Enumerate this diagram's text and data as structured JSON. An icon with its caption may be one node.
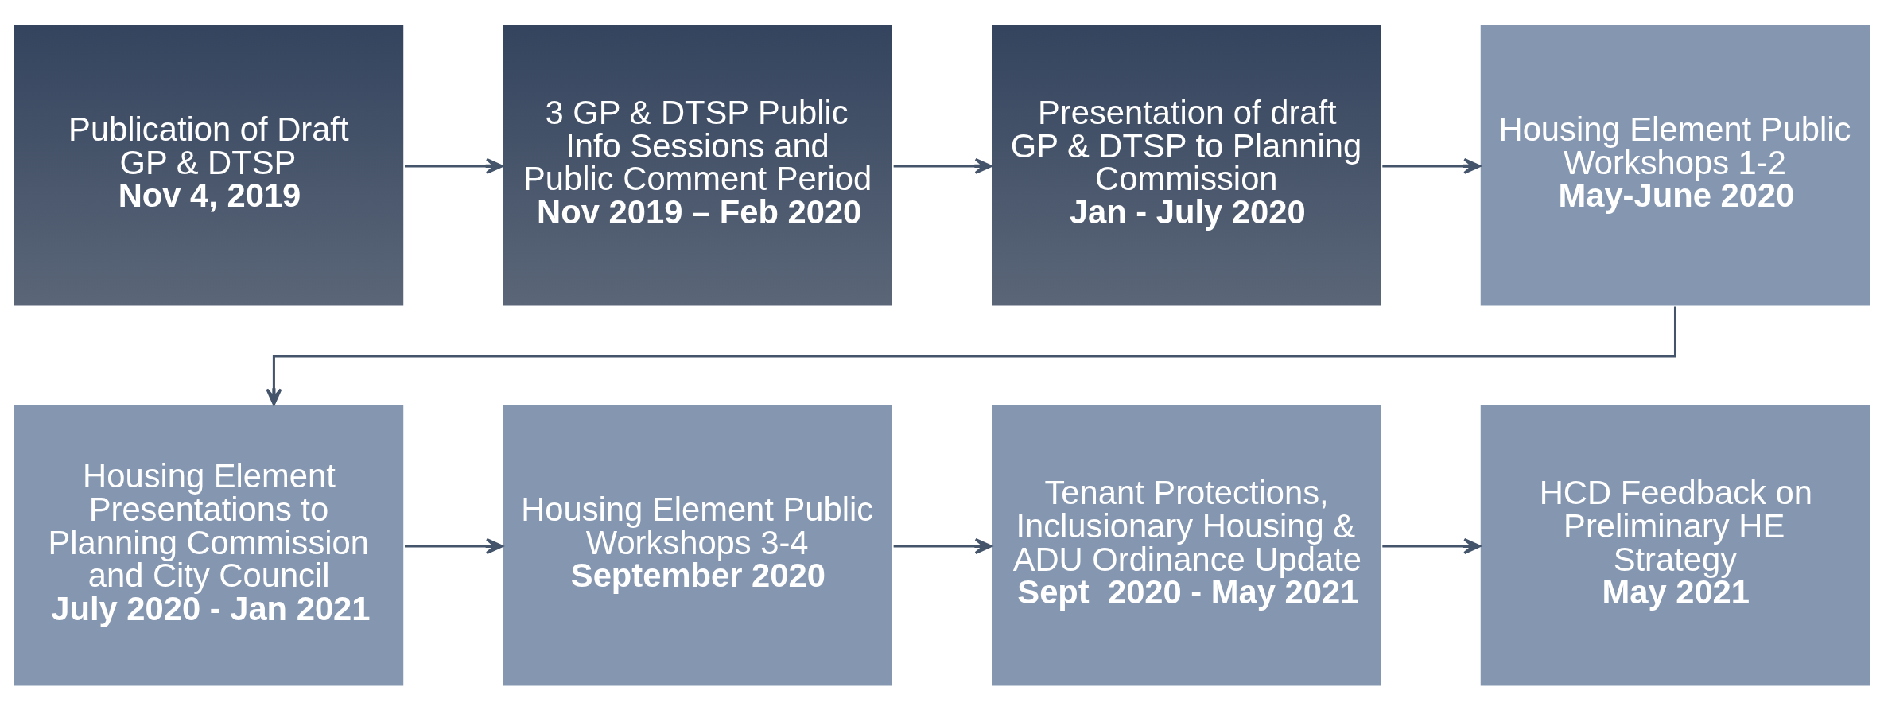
{
  "diagram": {
    "nodes": [
      {
        "text": [
          "Publication of Draft GP & DTSP",
          "Nov 4, 2019"
        ]
      },
      {
        "text": [
          "3 GP & DTSP Public Info Sessions and Public Comment Period",
          "Nov 2019 – Feb 2020"
        ]
      },
      {
        "text": [
          "Presentation of draft GP & DTSP to Planning Commission",
          "Jan - July 2020"
        ]
      },
      {
        "text": [
          "Housing Element Public Workshops 1-2",
          "May-June 2020"
        ]
      },
      {
        "text": [
          "Housing Element Presentations to Planning Commission and City Council",
          "July 2020 - Jan 2021"
        ]
      },
      {
        "text": [
          "Housing Element Public Workshops 3-4",
          "September 2020"
        ]
      },
      {
        "text": [
          "Tenant Protections, Inclusionary Housing & ADU Ordinance Update",
          "Sept  2020 - May 2021"
        ]
      },
      {
        "text": [
          "HCD Feedback on Preliminary HE Strategy",
          "May 2021"
        ]
      }
    ],
    "edges": [
      {
        "from": 0,
        "to": 1,
        "arrow": "to"
      },
      {
        "from": 1,
        "to": 2,
        "arrow": "to"
      },
      {
        "from": 2,
        "to": 3,
        "arrow": "to"
      },
      {
        "from": 3,
        "to": 4,
        "arrow": "to"
      },
      {
        "from": 4,
        "to": 5,
        "arrow": "to"
      },
      {
        "from": 5,
        "to": 6,
        "arrow": "to"
      },
      {
        "from": 6,
        "to": 7,
        "arrow": "to"
      }
    ]
  }
}
